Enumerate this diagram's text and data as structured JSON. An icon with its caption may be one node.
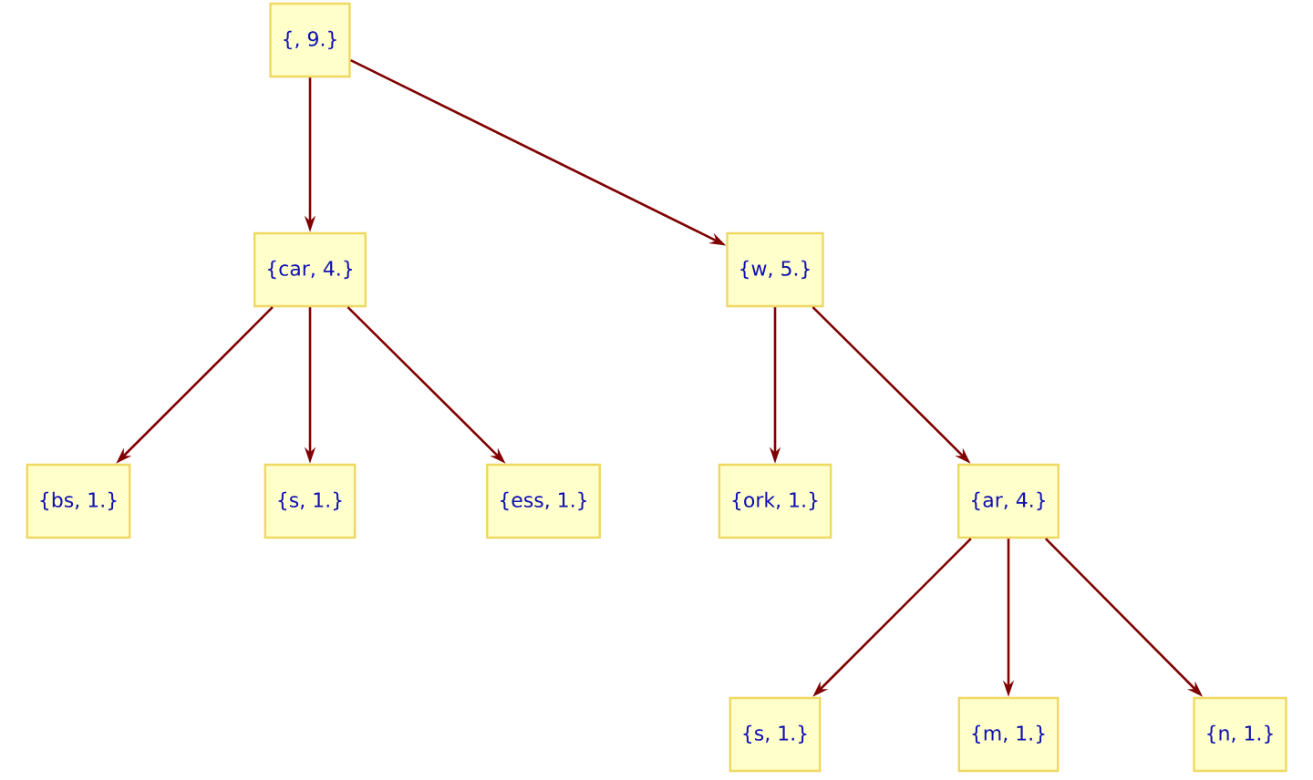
{
  "diagram": {
    "nodes": [
      {
        "text": [
          "{, 9.}"
        ]
      },
      {
        "text": [
          "{car, 4.}"
        ]
      },
      {
        "text": [
          "{w, 5.}"
        ]
      },
      {
        "text": [
          "{bs, 1.}"
        ]
      },
      {
        "text": [
          "{s, 1.}"
        ]
      },
      {
        "text": [
          "{ess, 1.}"
        ]
      },
      {
        "text": [
          "{ork, 1.}"
        ]
      },
      {
        "text": [
          "{ar, 4.}"
        ]
      },
      {
        "text": [
          "{s, 1.}"
        ]
      },
      {
        "text": [
          "{m, 1.}"
        ]
      },
      {
        "text": [
          "{n, 1.}"
        ]
      }
    ],
    "edges": [
      {
        "from": 0,
        "to": 1,
        "arrow": "to"
      },
      {
        "from": 0,
        "to": 2,
        "arrow": "to"
      },
      {
        "from": 1,
        "to": 3,
        "arrow": "to"
      },
      {
        "from": 1,
        "to": 4,
        "arrow": "to"
      },
      {
        "from": 1,
        "to": 5,
        "arrow": "to"
      },
      {
        "from": 2,
        "to": 6,
        "arrow": "to"
      },
      {
        "from": 2,
        "to": 7,
        "arrow": "to"
      },
      {
        "from": 7,
        "to": 8,
        "arrow": "to"
      },
      {
        "from": 7,
        "to": 9,
        "arrow": "to"
      },
      {
        "from": 7,
        "to": 10,
        "arrow": "to"
      }
    ]
  }
}
